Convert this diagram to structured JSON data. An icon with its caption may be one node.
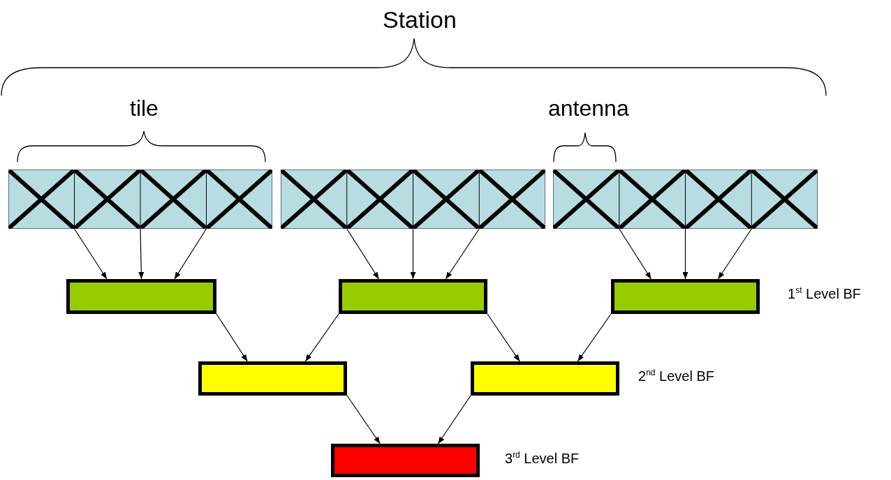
{
  "diagram": {
    "nodes": [
      {
        "text": [],
        "shape": "box"
      },
      {
        "text": [],
        "shape": "box"
      },
      {
        "text": [],
        "shape": "box"
      },
      {
        "text": [],
        "shape": "box"
      },
      {
        "text": [],
        "shape": "box"
      },
      {
        "text": [],
        "shape": "box"
      },
      {
        "text": [],
        "shape": "box"
      },
      {
        "text": [],
        "shape": "box"
      },
      {
        "text": [],
        "shape": "box"
      }
    ],
    "edges": [
      {
        "from": 0,
        "to": 3,
        "arrow": "to"
      },
      {
        "from": 0,
        "to": 3,
        "arrow": "to"
      },
      {
        "from": 0,
        "to": 3,
        "arrow": "to"
      },
      {
        "from": 1,
        "to": 4,
        "arrow": "to"
      },
      {
        "from": 1,
        "to": 4,
        "arrow": "to"
      },
      {
        "from": 1,
        "to": 4,
        "arrow": "to"
      },
      {
        "from": 2,
        "to": 5,
        "arrow": "to"
      },
      {
        "from": 2,
        "to": 5,
        "arrow": "to"
      },
      {
        "from": 2,
        "to": 5,
        "arrow": "to"
      },
      {
        "from": 3,
        "to": 6,
        "arrow": "to"
      },
      {
        "from": 4,
        "to": 6,
        "arrow": "to"
      },
      {
        "from": 4,
        "to": 7,
        "arrow": "to"
      },
      {
        "from": 5,
        "to": 7,
        "arrow": "to"
      },
      {
        "from": 6,
        "to": 8,
        "arrow": "to"
      },
      {
        "from": 7,
        "to": 8,
        "arrow": "to"
      }
    ],
    "labels": [
      "Station",
      "tile",
      "antenna",
      "1$^{st}$ Level BF",
      "2$^{nd}$ Level BF",
      "3$^{rd}$ Level BF"
    ]
  }
}
